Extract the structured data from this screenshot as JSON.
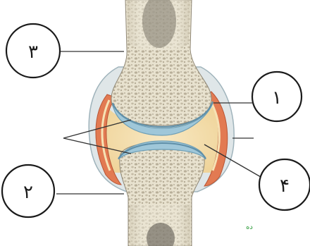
{
  "callouts": [
    {
      "id": "callout-1",
      "label": "۱"
    },
    {
      "id": "callout-2",
      "label": "۲"
    },
    {
      "id": "callout-3",
      "label": "۳"
    },
    {
      "id": "callout-4",
      "label": "۴"
    }
  ],
  "watermark": "ده",
  "colors": {
    "bone": "#e8e2cf",
    "bone_pore": "#b9b09a",
    "marrow": "#6f6a60",
    "cartilage": "#9fc7d9",
    "capsule": "#dfe6e8",
    "synovial_fluid": "#f6e2b4",
    "synovial_membrane": "#e27a52",
    "outline": "#2a2a2a",
    "pointer": "#333333"
  }
}
